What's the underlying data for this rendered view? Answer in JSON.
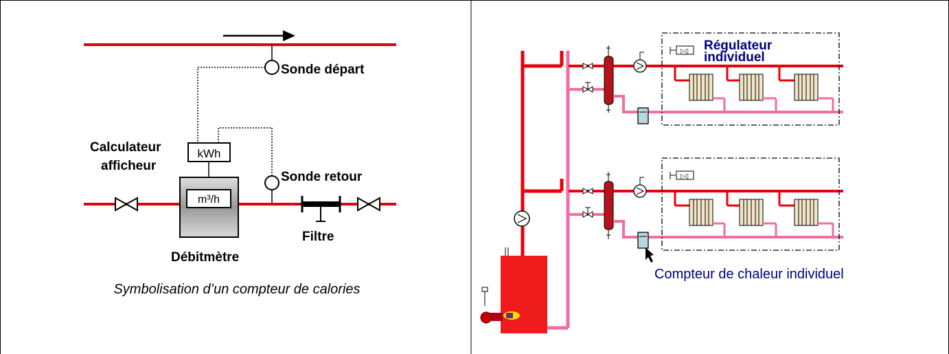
{
  "left_panel": {
    "sensor_supply_label": "Sonde départ",
    "calculator_label_line1": "Calculateur",
    "calculator_label_line2": "afficheur",
    "kwh_label": "kWh",
    "flow_unit_label": "m³/h",
    "sensor_return_label": "Sonde retour",
    "flowmeter_label": "Débitmètre",
    "filter_label": "Filtre",
    "caption": "Symbolisation d’un compteur de calories"
  },
  "right_panel": {
    "regulator_label_line1": "Régulateur",
    "regulator_label_line2": "individuel",
    "meter_label": "Compteur de chaleur individuel"
  },
  "colors": {
    "supply_pipe": "#e8000b",
    "return_pipe": "#f06ea0",
    "boiler": "#ee1c1c",
    "separator": "#b5121b",
    "label_blue": "#000080",
    "meter_fill": "#b8d8e0"
  }
}
